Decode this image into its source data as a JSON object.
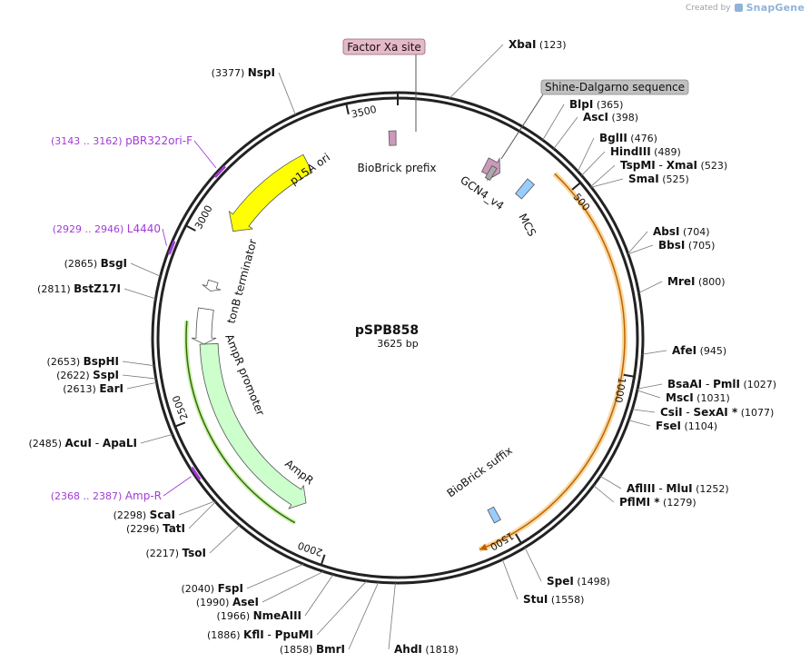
{
  "creator": {
    "prefix": "Created by",
    "brand": "SnapGene",
    "logo_icon": "snapgene-logo-icon"
  },
  "plasmid": {
    "name": "pSPB858",
    "size_text": "3625 bp",
    "length": 3625
  },
  "colors": {
    "backbone": "#222222",
    "primer": "#a23bd6",
    "yellow": "#ffff00",
    "green": "#ccffcc",
    "green_dark": "#2e6b00",
    "orange": "#f0b040",
    "orange_dark": "#c06000",
    "pink": "#cc99bb",
    "blue": "#99ccff",
    "callout_pink": "#e6b8c8",
    "callout_gray": "#c0c0c0"
  },
  "ticks": [
    "500",
    "1000",
    "1500",
    "2000",
    "2500",
    "3000",
    "3500"
  ],
  "tick_positions": [
    500,
    1000,
    1500,
    2000,
    2500,
    3000,
    3500
  ],
  "sites": [
    {
      "name": "XbaI",
      "pos_text": "(123)",
      "pos": 123
    },
    {
      "name": "BlpI",
      "pos_text": "(365)",
      "pos": 365
    },
    {
      "name": "AscI",
      "pos_text": "(398)",
      "pos": 398
    },
    {
      "name": "BglII",
      "pos_text": "(476)",
      "pos": 476
    },
    {
      "name": "HindIII",
      "pos_text": "(489)",
      "pos": 489
    },
    {
      "name": "TspMI",
      "sep": "-",
      "name2": "XmaI",
      "pos_text": "(523)",
      "pos": 523
    },
    {
      "name": "SmaI",
      "pos_text": "(525)",
      "pos": 525
    },
    {
      "name": "AbsI",
      "pos_text": "(704)",
      "pos": 704
    },
    {
      "name": "BbsI",
      "pos_text": "(705)",
      "pos": 705
    },
    {
      "name": "MreI",
      "pos_text": "(800)",
      "pos": 800
    },
    {
      "name": "AfeI",
      "pos_text": "(945)",
      "pos": 945
    },
    {
      "name": "BsaAI",
      "sep": "-",
      "name2": "PmlI",
      "pos_text": "(1027)",
      "pos": 1027
    },
    {
      "name": "MscI",
      "pos_text": "(1031)",
      "pos": 1031
    },
    {
      "name": "CsiI",
      "sep": "-",
      "name2": "SexAI *",
      "pos_text": "(1077)",
      "pos": 1077
    },
    {
      "name": "FseI",
      "pos_text": "(1104)",
      "pos": 1104
    },
    {
      "name": "AflIII",
      "sep": "-",
      "name2": "MluI",
      "pos_text": "(1252)",
      "pos": 1252
    },
    {
      "name": "PflMI *",
      "pos_text": "(1279)",
      "pos": 1279
    },
    {
      "name": "SpeI",
      "pos_text": "(1498)",
      "pos": 1498
    },
    {
      "name": "StuI",
      "pos_text": "(1558)",
      "pos": 1558
    },
    {
      "name": "AhdI",
      "pos_text": "(1818)",
      "pos": 1818
    },
    {
      "name": "BmrI",
      "pos_text": "(1858)",
      "pos": 1858
    },
    {
      "name": "KflI",
      "sep": "-",
      "name2": "PpuMI",
      "pos_text": "(1886)",
      "pos": 1886
    },
    {
      "name": "NmeAIII",
      "pos_text": "(1966)",
      "pos": 1966
    },
    {
      "name": "AseI",
      "pos_text": "(1990)",
      "pos": 1990
    },
    {
      "name": "FspI",
      "pos_text": "(2040)",
      "pos": 2040
    },
    {
      "name": "TsoI",
      "pos_text": "(2217)",
      "pos": 2217
    },
    {
      "name": "TatI",
      "pos_text": "(2296)",
      "pos": 2296
    },
    {
      "name": "ScaI",
      "pos_text": "(2298)",
      "pos": 2298
    },
    {
      "name": "AcuI",
      "sep": "-",
      "name2": "ApaLI",
      "pos_text": "(2485)",
      "pos": 2485
    },
    {
      "name": "EarI",
      "pos_text": "(2613)",
      "pos": 2613
    },
    {
      "name": "SspI",
      "pos_text": "(2622)",
      "pos": 2622
    },
    {
      "name": "BspHI",
      "pos_text": "(2653)",
      "pos": 2653
    },
    {
      "name": "BstZ17I",
      "pos_text": "(2811)",
      "pos": 2811
    },
    {
      "name": "BsgI",
      "pos_text": "(2865)",
      "pos": 2865
    },
    {
      "name": "NspI",
      "pos_text": "(3377)",
      "pos": 3377
    }
  ],
  "primers": [
    {
      "label": "pBR322ori-F",
      "pos_text": "(3143 .. 3162)",
      "start": 3143,
      "end": 3162
    },
    {
      "label": "L4440",
      "pos_text": "(2929 .. 2946)",
      "start": 2929,
      "end": 2946
    },
    {
      "label": "Amp-R",
      "pos_text": "(2368 .. 2387)",
      "start": 2368,
      "end": 2387
    }
  ],
  "features": [
    {
      "label": "p15A ori",
      "start": 3050,
      "end": 3350,
      "direction": "ccw",
      "color": "#ffff00"
    },
    {
      "label": "AmpR",
      "start": 2105,
      "end": 2700,
      "direction": "ccw",
      "color": "#ccffcc"
    },
    {
      "label": "AmpR promoter",
      "start": 2700,
      "end": 2805,
      "direction": "ccw",
      "color": "#ffffff"
    },
    {
      "label": "tonB terminator",
      "start": 2860,
      "end": 2890,
      "direction": "ccw",
      "color": "#ffffff"
    },
    {
      "label": "BioBrick prefix",
      "start": 3600,
      "end": 3620,
      "direction": "none",
      "color": "#cc99bb"
    },
    {
      "label": "BioBrick suffix",
      "start": 1515,
      "end": 1535,
      "direction": "none",
      "color": "#99ccff"
    },
    {
      "label": "GCN4_v4",
      "start": 270,
      "end": 320,
      "direction": "cw",
      "color": "#cc99bb"
    },
    {
      "label": "MCS",
      "start": 395,
      "end": 420,
      "direction": "none",
      "color": "#99ccff"
    }
  ],
  "callouts": [
    {
      "label": "Factor Xa site",
      "color": "#e6b8c8"
    },
    {
      "label": "Shine-Dalgarno sequence",
      "color": "#c0c0c0"
    }
  ],
  "orfs": [
    {
      "label": "ORF",
      "start": 440,
      "end": 1600,
      "color": "#f0b040"
    }
  ]
}
